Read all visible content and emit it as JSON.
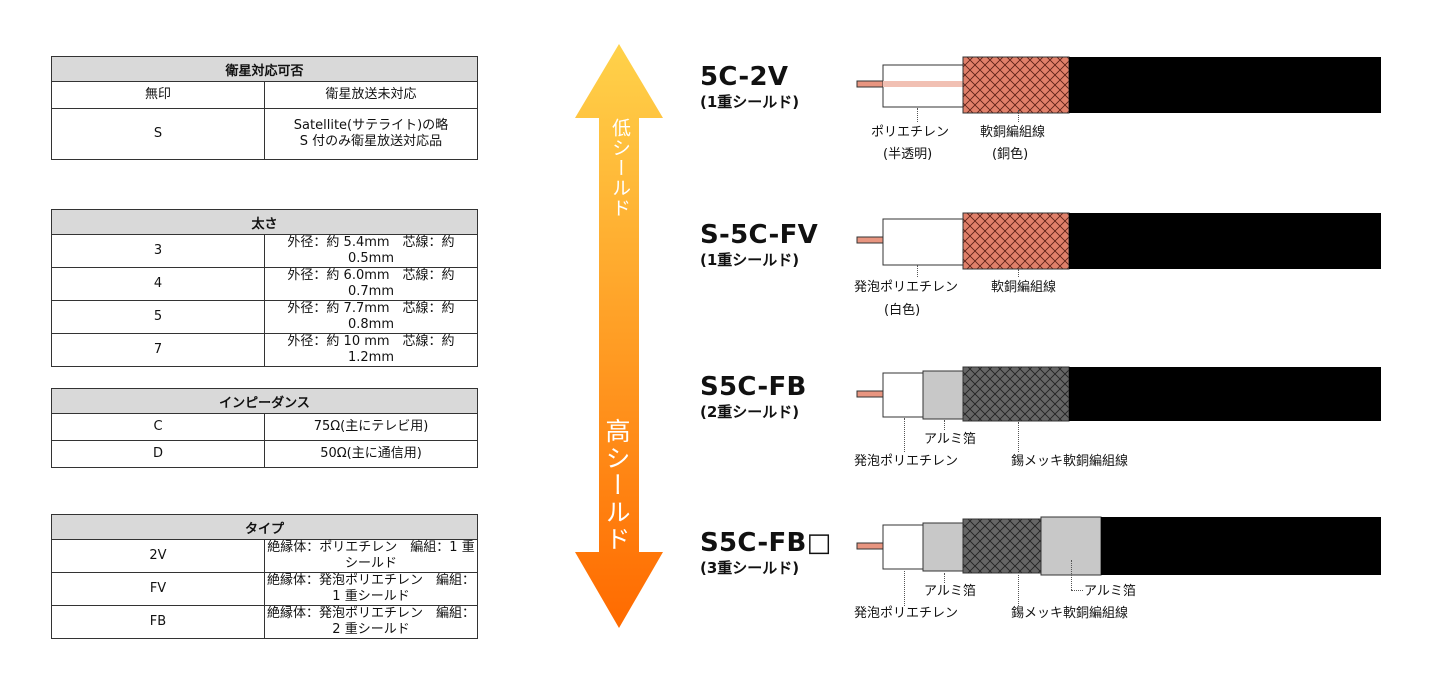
{
  "tables": {
    "satellite": {
      "header": "衛星対応可否",
      "rows": [
        {
          "key": "無印",
          "value": "衛星放送未対応"
        },
        {
          "key": "S",
          "value": "Satellite(サテライト)の略",
          "value2": "S 付のみ衛星放送対応品"
        }
      ]
    },
    "size": {
      "header": "太さ",
      "rows": [
        {
          "key": "3",
          "value": "外径：約 5.4mm　芯線：約 0.5mm"
        },
        {
          "key": "4",
          "value": "外径：約 6.0mm　芯線：約 0.7mm"
        },
        {
          "key": "5",
          "value": "外径：約 7.7mm　芯線：約 0.8mm"
        },
        {
          "key": "7",
          "value": "外径：約 10 mm　芯線：約 1.2mm"
        }
      ]
    },
    "impedance": {
      "header": "インピーダンス",
      "rows": [
        {
          "key": "C",
          "value": "75Ω(主にテレビ用)"
        },
        {
          "key": "D",
          "value": "50Ω(主に通信用)"
        }
      ]
    },
    "type": {
      "header": "タイプ",
      "rows": [
        {
          "key": "2V",
          "value": "絶縁体：ポリエチレン　編組：1 重シールド"
        },
        {
          "key": "FV",
          "value": "絶縁体：発泡ポリエチレン　編組：1 重シールド"
        },
        {
          "key": "FB",
          "value": "絶縁体：発泡ポリエチレン　編組：2 重シールド"
        }
      ]
    }
  },
  "arrow": {
    "top_label": "低シールド",
    "bottom_label": "高シールド",
    "colors": {
      "top": "#ffd24a",
      "bottom": "#ff6a00"
    }
  },
  "cables": [
    {
      "name": "5C-2V",
      "shield": "(1重シールド)",
      "labels": {
        "insulator": "ポリエチレン",
        "insulator_note": "(半透明)",
        "braid": "軟銅編組線",
        "braid_note": "(銅色)"
      }
    },
    {
      "name": "S-5C-FV",
      "shield": "(1重シールド)",
      "labels": {
        "insulator": "発泡ポリエチレン",
        "insulator_note": "(白色)",
        "braid": "軟銅編組線"
      }
    },
    {
      "name": "S5C-FB",
      "shield": "(2重シールド)",
      "labels": {
        "foil": "アルミ箔",
        "insulator": "発泡ポリエチレン",
        "braid": "錫メッキ軟銅編組線"
      }
    },
    {
      "name": "S5C-FB□",
      "shield": "(3重シールド)",
      "labels": {
        "foil": "アルミ箔",
        "insulator": "発泡ポリエチレン",
        "braid": "錫メッキ軟銅編組線",
        "foil2": "アルミ箔"
      }
    }
  ],
  "colors": {
    "copper_braid": "#e0806a",
    "tin_braid": "#666666",
    "foil": "#c8c8c8",
    "jacket": "#000000",
    "conductor": "#e89580"
  }
}
